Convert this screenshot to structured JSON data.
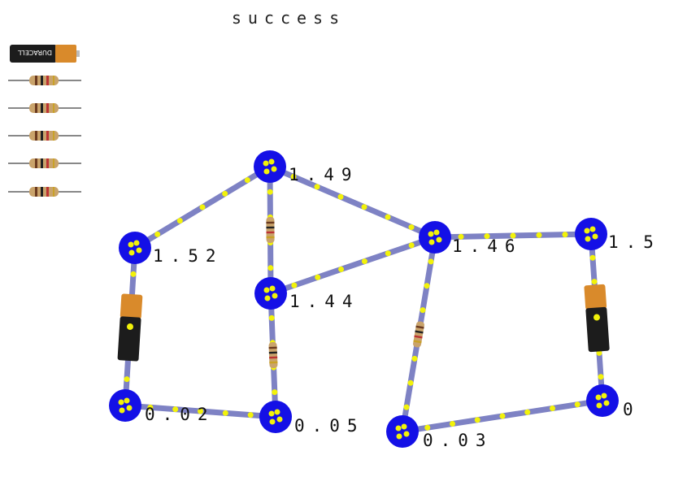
{
  "status_text": "success",
  "palette": {
    "battery_label": "DURACELL",
    "resistor_count": 5
  },
  "colors": {
    "wire": "#7e82c4",
    "wire_dots": "#f2f20a",
    "node": "#1410e6",
    "battery_body": "#1c1c1c",
    "battery_top": "#d98a2b",
    "resistor_body": "#c9a36b"
  },
  "nodes": [
    {
      "id": "n1",
      "voltage": "1.52"
    },
    {
      "id": "n2",
      "voltage": "1.49"
    },
    {
      "id": "n3",
      "voltage": "1.46"
    },
    {
      "id": "n4",
      "voltage": "1.5"
    },
    {
      "id": "n5",
      "voltage": "1.44"
    },
    {
      "id": "n6",
      "voltage": "0.02"
    },
    {
      "id": "n7",
      "voltage": "0.05"
    },
    {
      "id": "n8",
      "voltage": "0.03"
    },
    {
      "id": "n9",
      "voltage": "0"
    }
  ]
}
